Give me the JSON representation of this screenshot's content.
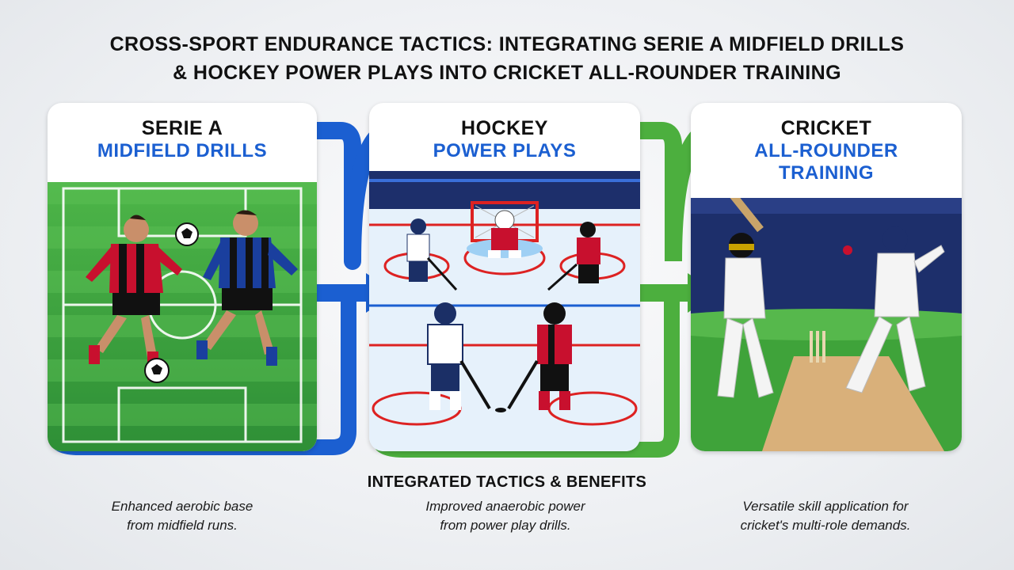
{
  "title": {
    "line1": "CROSS-SPORT ENDURANCE TACTICS: INTEGRATING SERIE A MIDFIELD DRILLS",
    "line2": "& HOCKEY POWER PLAYS INTO CRICKET ALL-ROUNDER TRAINING"
  },
  "panels": [
    {
      "line1": "SERIE A",
      "line2": "MIDFIELD DRILLS",
      "icon": "soccer-players-illustration"
    },
    {
      "line1": "HOCKEY",
      "line2": "POWER PLAYS",
      "icon": "hockey-players-illustration"
    },
    {
      "line1": "CRICKET",
      "line2": "ALL-ROUNDER",
      "line3": "TRAINING",
      "icon": "cricket-players-illustration"
    }
  ],
  "benefits": {
    "title": "INTEGRATED TACTICS & BENEFITS",
    "items": [
      {
        "line1": "Enhanced aerobic base",
        "line2": "from midfield runs."
      },
      {
        "line1": "Improved anaerobic power",
        "line2": "from power play drills."
      },
      {
        "line1": "Versatile skill application for",
        "line2": "cricket's multi-role demands."
      }
    ]
  },
  "colors": {
    "accent_blue": "#1b5fd1",
    "arrow_green": "#4caf3e",
    "pitch_green": "#3fa33a",
    "ice_blue": "#dfeefb",
    "stadium_navy": "#1d2f6b"
  }
}
